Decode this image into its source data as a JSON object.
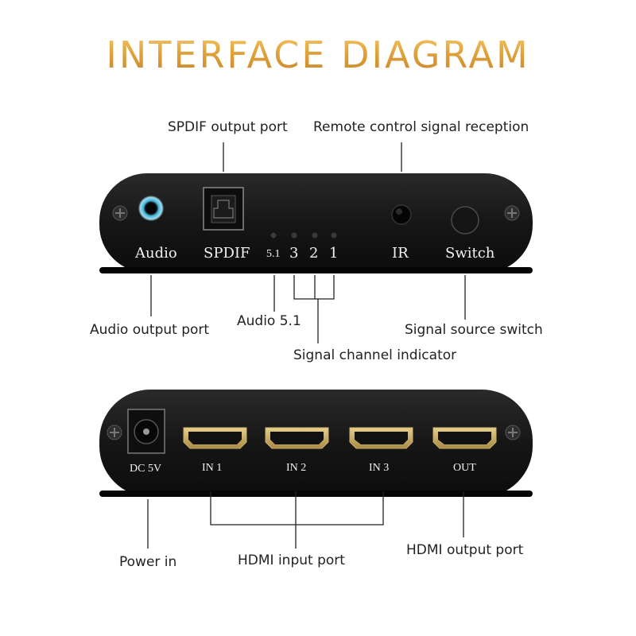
{
  "title": "INTERFACE DIAGRAM",
  "top_panel": {
    "port_labels": {
      "audio": "Audio",
      "spdif": "SPDIF",
      "ch51": "5.1",
      "ch3": "3",
      "ch2": "2",
      "ch1": "1",
      "ir": "IR",
      "switch": "Switch"
    },
    "callouts": {
      "spdif_output": "SPDIF output port",
      "remote_control": "Remote control signal reception",
      "audio_output": "Audio output port",
      "audio_51": "Audio 5.1",
      "signal_channel": "Signal channel indicator",
      "signal_source": "Signal source switch"
    }
  },
  "bottom_panel": {
    "port_labels": {
      "power": "DC 5V",
      "in1": "IN 1",
      "in2": "IN 2",
      "in3": "IN 3",
      "out": "OUT"
    },
    "callouts": {
      "power_in": "Power in",
      "hdmi_input": "HDMI input port",
      "hdmi_output": "HDMI output port"
    }
  },
  "colors": {
    "title_gold": "#d99a3a",
    "panel": "#1a1a1a",
    "audio_jack_ring": "#3fb6d8"
  }
}
